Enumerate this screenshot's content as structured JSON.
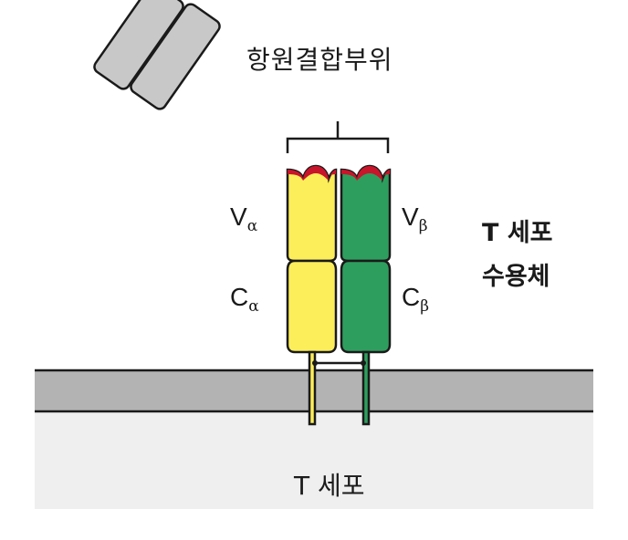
{
  "labels": {
    "binding_site": "항원결합부위",
    "v_alpha": {
      "main": "V",
      "sub": "α"
    },
    "c_alpha": {
      "main": "C",
      "sub": "α"
    },
    "v_beta": {
      "main": "V",
      "sub": "β"
    },
    "c_beta": {
      "main": "C",
      "sub": "β"
    },
    "receptor_line1": "T 세포",
    "receptor_line2": "수용체",
    "cell": "T 세포"
  },
  "colors": {
    "alpha_chain": "#fcee5a",
    "beta_chain": "#2e9e5e",
    "binding_tip": "#c8152b",
    "membrane": "#b3b3b3",
    "cell_interior": "#efefef",
    "antibody": "#c8c8c8"
  }
}
